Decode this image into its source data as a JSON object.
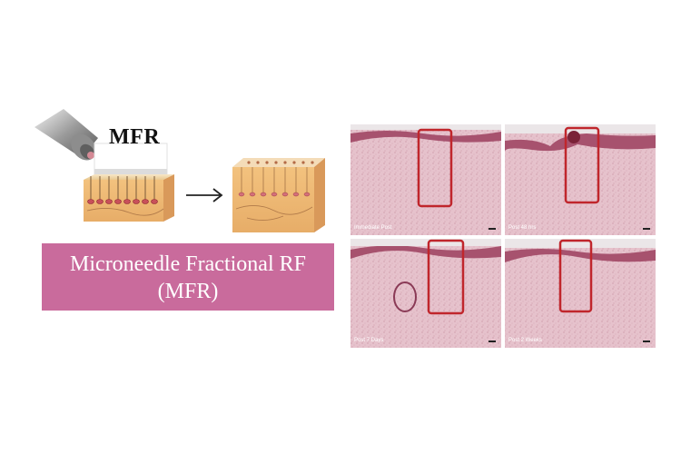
{
  "device_label": "MFR",
  "banner": {
    "line1": "Microneedle Fractional RF",
    "line2": "(MFR)"
  },
  "histology_panels": [
    {
      "caption": "Immediate Post"
    },
    {
      "caption": "Post 48 hrs"
    },
    {
      "caption": "Post 7 Days"
    },
    {
      "caption": "Post 2 Weeks"
    }
  ],
  "colors": {
    "banner": "#c96b9c",
    "tissue": "#e7bcc8",
    "highlight_box": "#c0262c",
    "skin_block": "#f1c88a"
  }
}
